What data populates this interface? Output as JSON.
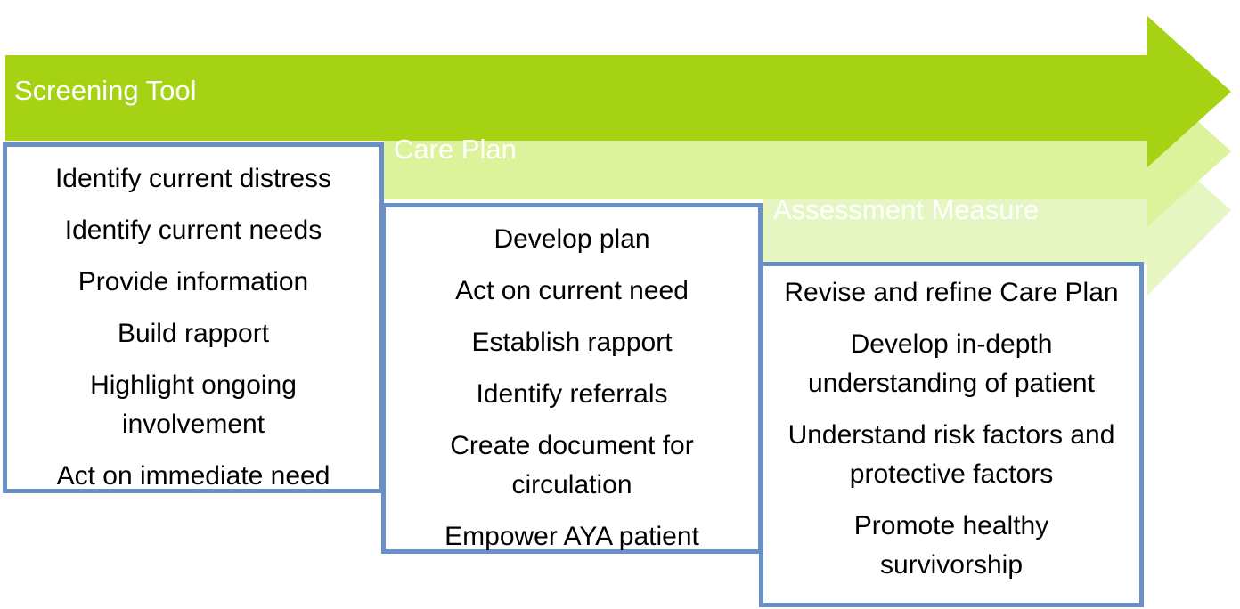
{
  "stages": [
    {
      "title": "Screening Tool",
      "color": "#a5d313",
      "title_color": "#ffffff",
      "items": [
        "Identify current distress",
        "Identify current needs",
        "Provide information",
        "Build rapport",
        "Highlight ongoing involvement",
        "Act on immediate need"
      ]
    },
    {
      "title": "Care Plan",
      "color": "#dcf39c",
      "title_color": "#ffffff",
      "items": [
        "Develop plan",
        "Act on current need",
        "Establish rapport",
        "Identify referrals",
        "Create document for circulation",
        "Empower AYA patient"
      ]
    },
    {
      "title": "Assessment Measure",
      "color": "#e6f6c3",
      "title_color": "#ffffff",
      "items": [
        "Revise and refine Care Plan",
        "Develop in-depth understanding of patient",
        "Understand risk factors and protective factors",
        "Promote healthy survivorship"
      ]
    }
  ],
  "box_border_color": "#6a8fc7"
}
